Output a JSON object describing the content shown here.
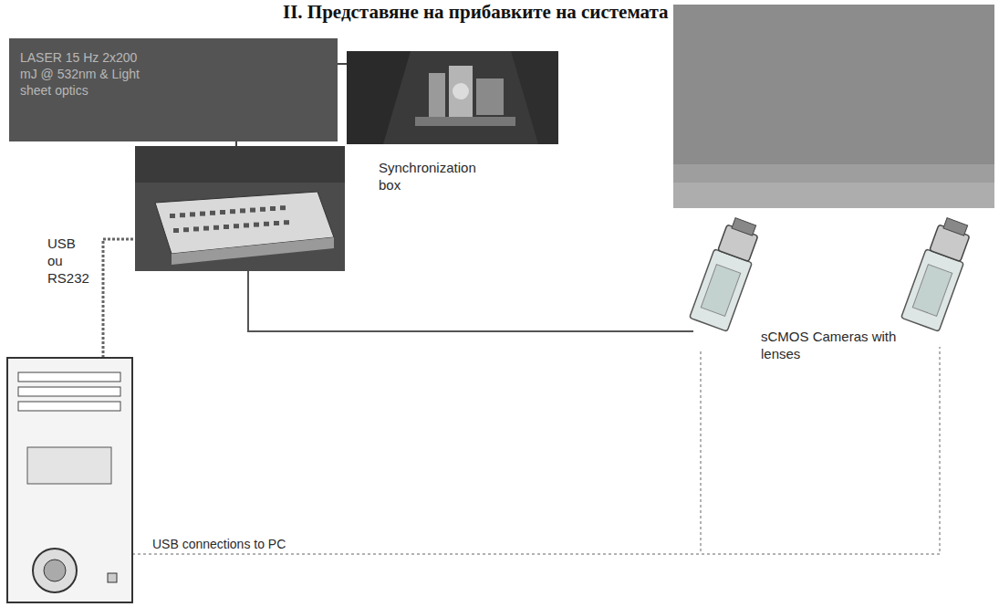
{
  "diagram": {
    "title": "II. Представяне на прибавките на системата",
    "nodes": [
      {
        "text": [
          "LASER 15 Hz 2x200 mJ @ 532nm & Light sheet optics"
        ]
      },
      {
        "text": [
          "Synchronization box"
        ]
      }
    ],
    "edges": [
      {
        "from": 0,
        "to": 1,
        "arrow": "none"
      }
    ],
    "labels": [
      "USB ou RS232",
      "sCMOS Cameras with lenses",
      "USB connections to PC"
    ]
  }
}
